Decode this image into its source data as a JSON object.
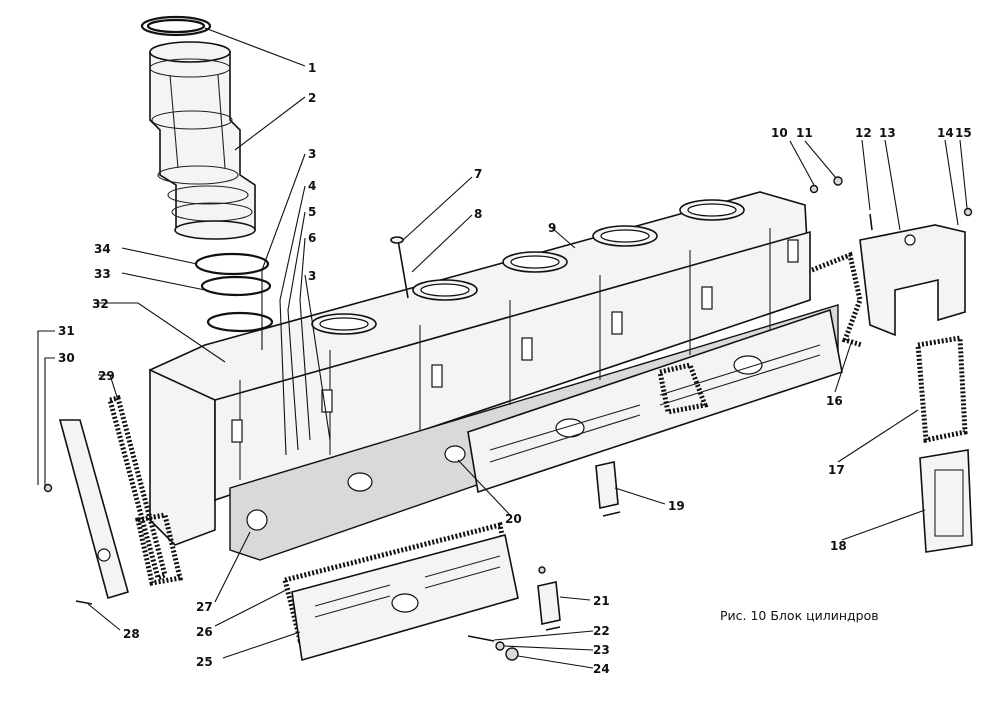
{
  "caption": "Рис. 10 Блок цилиндров",
  "callouts": [
    "1",
    "2",
    "3",
    "4",
    "5",
    "6",
    "3",
    "7",
    "8",
    "9",
    "10",
    "11",
    "12",
    "13",
    "14",
    "15",
    "16",
    "17",
    "18",
    "19",
    "20",
    "21",
    "22",
    "23",
    "24",
    "25",
    "26",
    "27",
    "28",
    "29",
    "30",
    "31",
    "32",
    "33",
    "34"
  ]
}
